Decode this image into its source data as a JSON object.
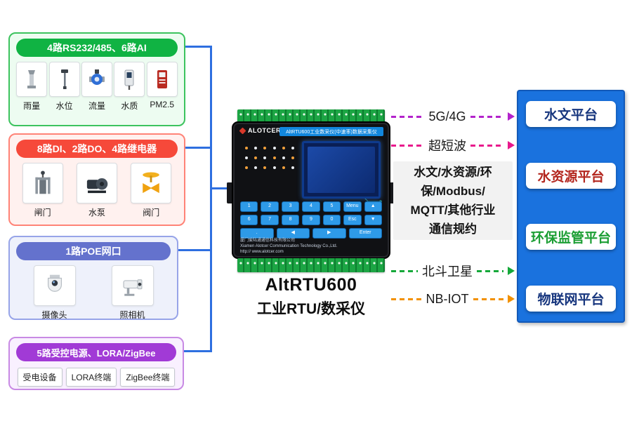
{
  "groups": [
    {
      "title": "4路RS232/485、6路AI",
      "accent": "#10b343",
      "items": [
        {
          "label": "雨量",
          "icon": "rain-gauge"
        },
        {
          "label": "水位",
          "icon": "water-level"
        },
        {
          "label": "流量",
          "icon": "flow-meter"
        },
        {
          "label": "水质",
          "icon": "water-quality"
        },
        {
          "label": "PM2.5",
          "icon": "pm25-sensor"
        }
      ]
    },
    {
      "title": "8路DI、2路DO、4路继电器",
      "accent": "#f6493a",
      "items": [
        {
          "label": "闸门",
          "icon": "sluice-gate"
        },
        {
          "label": "水泵",
          "icon": "water-pump"
        },
        {
          "label": "阀门",
          "icon": "valve"
        }
      ]
    },
    {
      "title": "1路POE网口",
      "accent": "#6472cd",
      "items": [
        {
          "label": "摄像头",
          "icon": "ptz-camera"
        },
        {
          "label": "照相机",
          "icon": "bullet-camera"
        }
      ]
    },
    {
      "title": "5路受控电源、LORA/ZigBee",
      "accent": "#a13ad6",
      "items": [
        {
          "label": "受电设备"
        },
        {
          "label": "LORA终端"
        },
        {
          "label": "ZigBee终端"
        }
      ]
    }
  ],
  "device": {
    "brand": "ALOTCER",
    "panel_title": "AltRTU600工业数采仪(中速率)数据采集仪",
    "company": "厦门爱陆通通信科技有限公司",
    "company_en": "Xiamen Alotcer Communication Technology Co.,Ltd.",
    "website": "http:// www.alotcer.com",
    "name_line1": "AltRTU600",
    "name_line2": "工业RTU/数采仪",
    "keypad": [
      "1",
      "2",
      "3",
      "4",
      "5",
      "Menu",
      "▲",
      "6",
      "7",
      "8",
      "9",
      "0",
      "Esc",
      "▼",
      ".",
      "◀",
      "▶",
      "Enter"
    ]
  },
  "links": [
    {
      "label": "5G/4G",
      "color": "#b323cb"
    },
    {
      "label": "超短波",
      "color": "#e8198c"
    },
    {
      "label": "北斗卫星",
      "color": "#15a83a"
    },
    {
      "label": "NB-IOT",
      "color": "#f29100"
    }
  ],
  "protocol": {
    "lines": [
      "水文/水资源/环",
      "保/Modbus/",
      "MQTT/其他行业",
      "通信规约"
    ]
  },
  "platforms": [
    {
      "label": "水文平台",
      "color": "#17367e"
    },
    {
      "label": "水资源平台",
      "color": "#b3261e"
    },
    {
      "label": "环保监管平台",
      "color": "#1b9e33"
    },
    {
      "label": "物联网平台",
      "color": "#17367e"
    }
  ],
  "connector_color": "#2e6fe0",
  "platform_panel_color": "#1a72de"
}
